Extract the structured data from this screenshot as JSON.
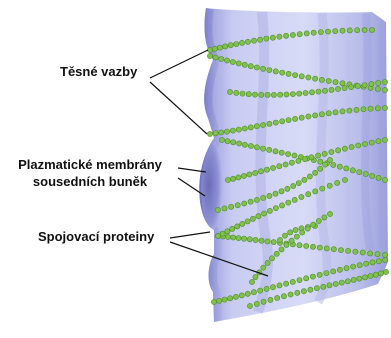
{
  "labels": {
    "tight_junctions": "Těsné vazby",
    "membranes_line1": "Plazmatické membrány",
    "membranes_line2": "sousedních buněk",
    "connecting_proteins": "Spojovací proteiny"
  },
  "colors": {
    "membrane_light": "#d9dcf6",
    "membrane_mid": "#b2b6e6",
    "membrane_dark": "#7f82c9",
    "protein_green": "#7fc24a",
    "protein_outline": "#4f8a2a",
    "leader_line": "#111111"
  }
}
